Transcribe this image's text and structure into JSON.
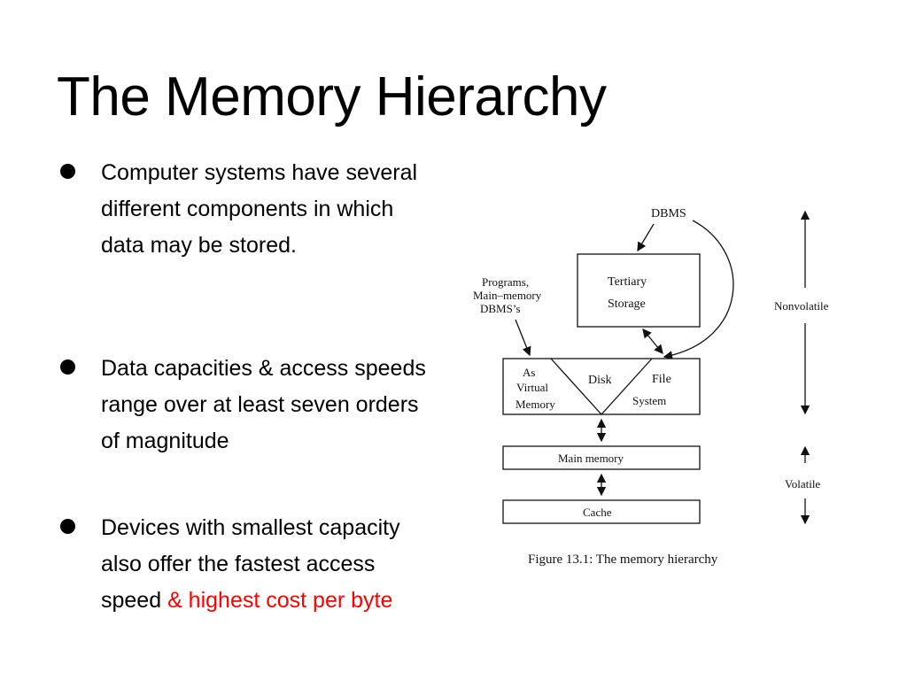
{
  "slide": {
    "title": "The Memory Hierarchy",
    "bullets": [
      {
        "text": "Computer systems have several different components in which data may be stored."
      },
      {
        "text": "Data capacities & access speeds range over at least seven orders of magnitude"
      },
      {
        "text": "Devices with smallest capacity also offer the fastest access speed ",
        "highlight": "& highest cost per byte",
        "highlight_color": "#ff0000"
      }
    ]
  },
  "figure": {
    "labels": {
      "dbms": "DBMS",
      "programs_line1": "Programs,",
      "programs_line2": "Main–memory",
      "programs_line3": "DBMS’s",
      "tertiary_line1": "Tertiary",
      "tertiary_line2": "Storage",
      "as_line1": "As",
      "as_line2": "Virtual",
      "as_line3": "Memory",
      "disk": "Disk",
      "file_line1": "File",
      "file_line2": "System",
      "main_memory": "Main memory",
      "cache": "Cache",
      "nonvolatile": "Nonvolatile",
      "volatile": "Volatile"
    },
    "caption": "Figure 13.1: The memory hierarchy"
  }
}
